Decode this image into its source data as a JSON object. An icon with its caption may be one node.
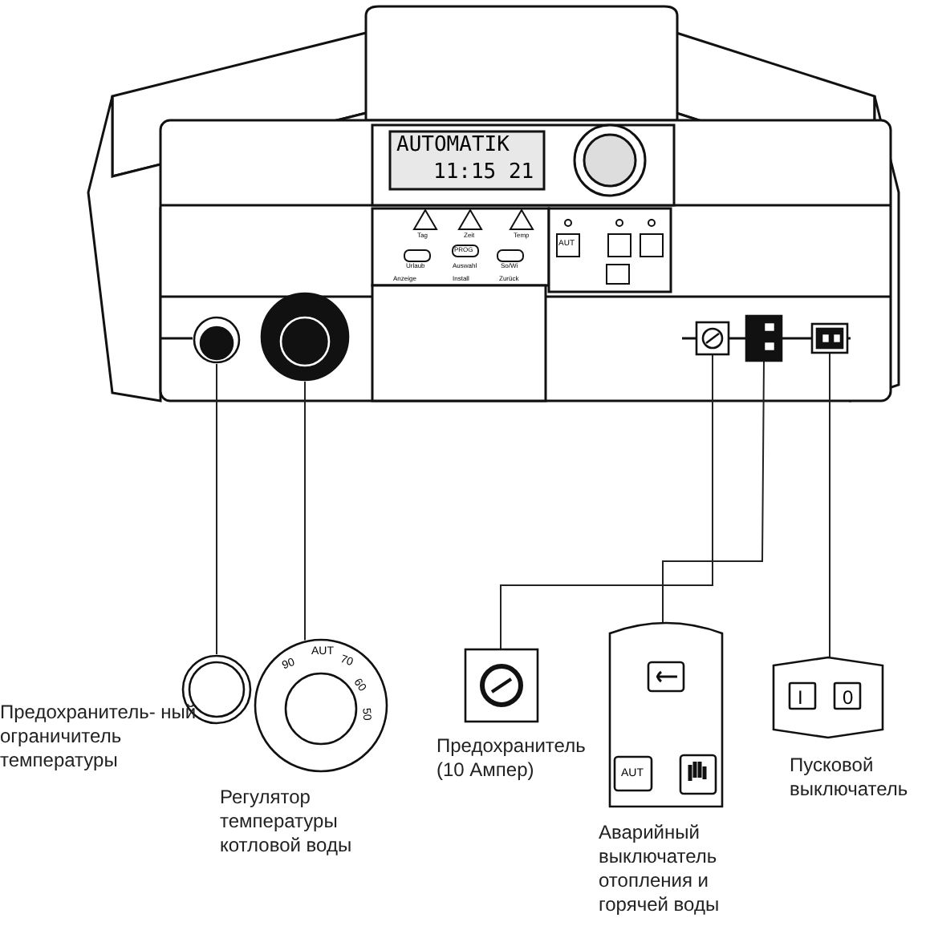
{
  "diagram": {
    "nodes": [
      {
        "text": [],
        "shape": "circle"
      },
      {
        "text": [],
        "shape": "circle"
      },
      {
        "text": [],
        "shape": "box"
      },
      {
        "text": [],
        "shape": "box"
      },
      {
        "text": [],
        "shape": "box"
      },
      {
        "text": [],
        "shape": "circle",
        "beside": [
          "Предохранитель- ный ограничитель температуры"
        ]
      },
      {
        "text": [
          "90",
          "AUT",
          "70",
          "60",
          "50"
        ],
        "beside": [
          "Регулятор температуры котловой воды"
        ]
      },
      {
        "text": [],
        "shape": "box",
        "beside": [
          "Предохранитель (10 Ампер)"
        ]
      },
      {
        "text": [
          "AUT"
        ],
        "beside": [
          "Аварийный выключатель отопления и горячей воды"
        ]
      },
      {
        "text": [
          "I",
          "0"
        ],
        "beside": [
          "Пусковой выключатель"
        ]
      }
    ],
    "edges": [
      {
        "from": 0,
        "to": 5,
        "arrow": "none"
      },
      {
        "from": 1,
        "to": 6,
        "arrow": "none"
      },
      {
        "from": 2,
        "to": 7,
        "arrow": "none"
      },
      {
        "from": 3,
        "to": 8,
        "arrow": "none"
      },
      {
        "from": 4,
        "to": 9,
        "arrow": "none"
      }
    ],
    "labels": [
      "AUTOMATIK",
      "11:15 21",
      "Tag",
      "Zeit",
      "Temp",
      "Urlaub",
      "PROG",
      "Auswahl",
      "So/Wi",
      "Anzeige",
      "Install",
      "Zurück",
      "AUT"
    ]
  }
}
